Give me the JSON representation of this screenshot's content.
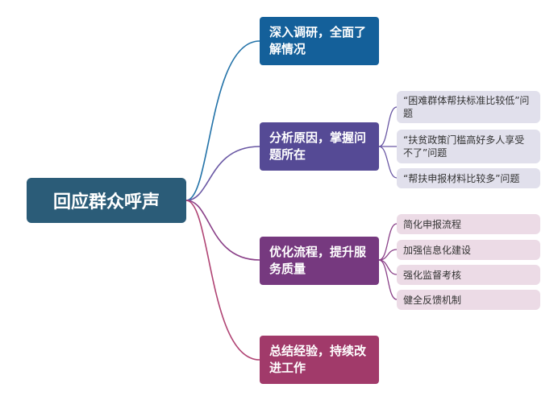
{
  "root": {
    "label": "回应群众呼声"
  },
  "branches": [
    {
      "label": "深入调研，全面了解情况",
      "color": "#14609a",
      "link_color": "#2272a8",
      "children": []
    },
    {
      "label": "分析原因，掌握问题所在",
      "color": "#554a95",
      "link_color": "#6a58a4",
      "children": [
        {
          "label": "“困难群体帮扶标准比较低”问题"
        },
        {
          "label": "“扶贫政策门槛高好多人享受不了”问题"
        },
        {
          "label": "“帮扶申报材料比较多”问题"
        }
      ]
    },
    {
      "label": "优化流程，提升服务质量",
      "color": "#76397f",
      "link_color": "#8a4088",
      "children": [
        {
          "label": "简化申报流程"
        },
        {
          "label": "加强信息化建设"
        },
        {
          "label": "强化监督考核"
        },
        {
          "label": "健全反馈机制"
        }
      ]
    },
    {
      "label": "总结经验，持续改进工作",
      "color": "#a13a6a",
      "link_color": "#b04474",
      "children": []
    }
  ]
}
